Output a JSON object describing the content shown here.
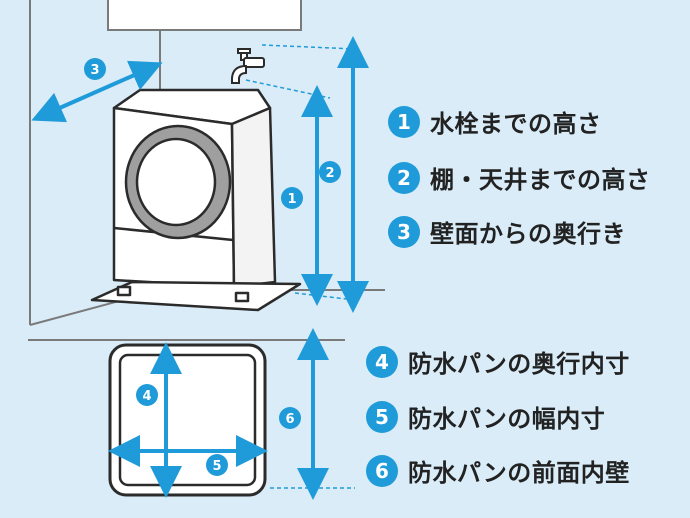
{
  "colors": {
    "background": "#d9ecf8",
    "accent": "#1f9bd9",
    "outline": "#2b2b2b",
    "fill": "#ffffff",
    "text": "#222222"
  },
  "legend_upper": [
    {
      "num": "1",
      "label": "水栓までの高さ"
    },
    {
      "num": "2",
      "label": "棚・天井までの高さ"
    },
    {
      "num": "3",
      "label": "壁面からの奥行き"
    }
  ],
  "legend_lower": [
    {
      "num": "4",
      "label": "防水パンの奥行内寸"
    },
    {
      "num": "5",
      "label": "防水パンの幅内寸"
    },
    {
      "num": "6",
      "label": "防水パンの前面内壁"
    }
  ],
  "badges": {
    "b1": "1",
    "b2": "2",
    "b3": "3",
    "b4": "4",
    "b5": "5",
    "b6": "6"
  },
  "icons": [
    "washing-machine-icon",
    "water-faucet-icon",
    "waterproof-pan-icon"
  ]
}
